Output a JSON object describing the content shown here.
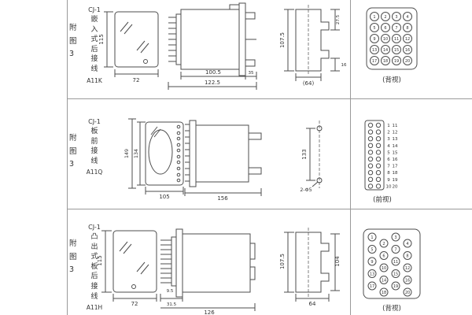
{
  "colors": {
    "background": "#ffffff",
    "ink": "#4d4d4d",
    "grid": "#9a9a9a",
    "text": "#333333"
  },
  "table": {
    "rows": [
      {
        "figure_label": "附图3",
        "model": "CJ-1",
        "mount_type": "嵌入式后接线",
        "code": "A11K",
        "view_label": "(背视)",
        "dims": {
          "front_height": "115",
          "front_width": "72",
          "depth_body": "100.5",
          "depth_total": "122.5",
          "front_protrusion": "35",
          "panel_height": "107.5",
          "panel_side": "27.5",
          "panel_tab": "16",
          "panel_width": "(64)"
        },
        "terminals": [
          1,
          2,
          3,
          4,
          5,
          6,
          7,
          8,
          9,
          10,
          11,
          12,
          13,
          14,
          15,
          16,
          17,
          18,
          19,
          20
        ]
      },
      {
        "figure_label": "附图3",
        "model": "CJ-1",
        "mount_type": "板前接线",
        "code": "A11Q",
        "view_label": "(前视)",
        "dims": {
          "front_height_outer": "149",
          "front_height_inner": "134",
          "front_width": "105",
          "depth_total": "156",
          "hole_spacing": "133",
          "holes": "2-Φ5"
        },
        "terminal_cols": {
          "col1": [
            1,
            2,
            3,
            4,
            5,
            6,
            7,
            8,
            9,
            10
          ],
          "col2": [
            11,
            12,
            13,
            14,
            15,
            16,
            17,
            18,
            19,
            20
          ]
        }
      },
      {
        "figure_label": "附图3",
        "model": "CJ-1",
        "mount_type": "凸出式板后接线",
        "code": "A11H",
        "view_label": "(背视)",
        "dims": {
          "front_height": "115",
          "front_width": "72",
          "pin_length": "9.5",
          "rear_depth": "31.5",
          "depth_total": "126",
          "panel_height": "107.5",
          "panel_height_right": "104",
          "panel_width": "64"
        },
        "terminals": [
          1,
          2,
          3,
          4,
          5,
          6,
          7,
          8,
          9,
          10,
          11,
          12,
          13,
          14,
          15,
          16,
          17,
          18,
          19,
          20
        ]
      }
    ]
  }
}
